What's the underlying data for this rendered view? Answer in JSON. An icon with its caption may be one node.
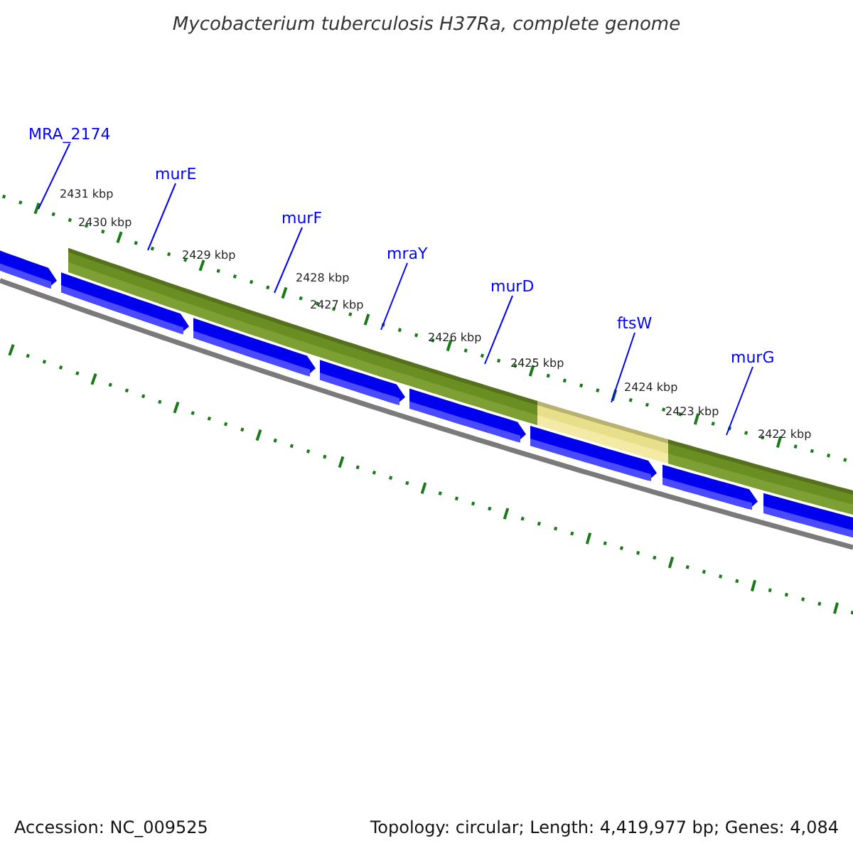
{
  "diagram": {
    "title": "Mycobacterium tuberculosis H37Ra, complete genome",
    "nodes": [
      {
        "text": [
          "MRA_2174"
        ]
      },
      {
        "text": [
          "murE"
        ]
      },
      {
        "text": [
          "murF"
        ]
      },
      {
        "text": [
          "mraY"
        ]
      },
      {
        "text": [
          "murD"
        ]
      },
      {
        "text": [
          "ftsW"
        ]
      },
      {
        "text": [
          "murG"
        ]
      }
    ],
    "edges": [
      {
        "from": 0,
        "to": null,
        "arrow": "none"
      },
      {
        "from": 1,
        "to": null,
        "arrow": "none"
      },
      {
        "from": 2,
        "to": null,
        "arrow": "none"
      },
      {
        "from": 3,
        "to": null,
        "arrow": "none"
      },
      {
        "from": 4,
        "to": null,
        "arrow": "none"
      },
      {
        "from": 5,
        "to": null,
        "arrow": "none"
      },
      {
        "from": 6,
        "to": null,
        "arrow": "none"
      }
    ],
    "labels": [
      "2431 kbp",
      "2430 kbp",
      "2429 kbp",
      "2428 kbp",
      "2427 kbp",
      "2426 kbp",
      "2425 kbp",
      "2424 kbp",
      "2423 kbp",
      "2422 kbp",
      "Accession: NC_009525",
      "Topology: circular; Length: 4,419,977 bp; Genes: 4,084"
    ]
  }
}
